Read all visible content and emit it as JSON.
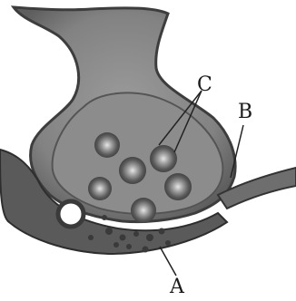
{
  "labels": {
    "a": "A",
    "b": "B",
    "c": "C"
  },
  "colors": {
    "tissue": "#7d7d7d",
    "tissue_dark": "#4a4a4a",
    "vesicle_fill": "#6a6a6a",
    "vesicle_center": "#d9d9d9",
    "background": "#ffffff"
  }
}
